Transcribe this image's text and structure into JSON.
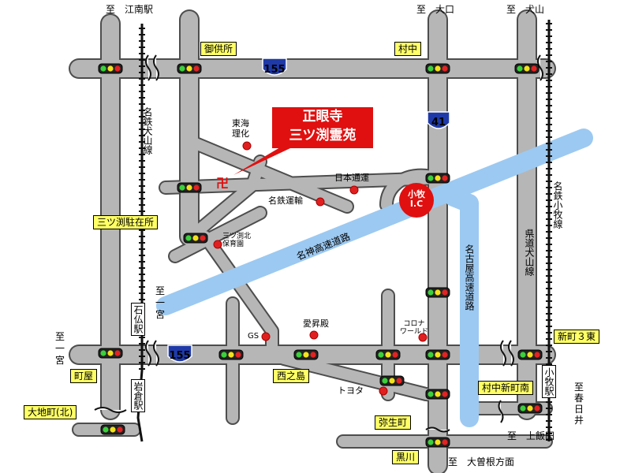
{
  "destinations": {
    "konan": "至　江南駅",
    "oguchi": "至　大口",
    "inuyama": "至　犬山",
    "ichinomiya_left": "至\n一\n宮",
    "ichinomiya_mid": "至\n一\n宮",
    "kasugai": "至\n春\n日\n井",
    "kamiiida": "至　上飯田",
    "osone": "至　大曽根方面"
  },
  "temple": {
    "line1": "正眼寺",
    "line2": "三ツ渕霊苑",
    "symbol": "卍"
  },
  "route_shields": {
    "r155_top": "155",
    "r155_bottom": "155",
    "r41": "41"
  },
  "interchange": {
    "line1": "小牧",
    "line2": "I.C"
  },
  "intersections": {
    "gokusho": "御供所",
    "muranaka": "村中",
    "mitsubuchi": "三ツ渕駐在所",
    "nishinoshima": "西之島",
    "machiya": "町屋",
    "shinmachi3": "新町３東",
    "muranaka_shinmachi_minami": "村中新町南",
    "yayoicho": "弥生町",
    "ojimachi_kita": "大地町(北)",
    "kurokawa": "黒川"
  },
  "railways": {
    "meitetsu_inuyama": "名鉄犬山線",
    "meitetsu_komaki": "名鉄小牧線",
    "prefectural_inuyama": "県道犬山線",
    "ishibotoke": "石仏駅",
    "iwakura": "岩倉駅",
    "komaki_sta": "小牧駅"
  },
  "expressways": {
    "meishin": "名神高速道路",
    "nagoya": "名古屋高速道路"
  },
  "landmarks": {
    "tokai_rika": "東海\n理化",
    "nippon_tsuun": "日本通運",
    "meitetsu_unyu": "名鉄運輸",
    "mitsubuchi_nursery": "三ツ渕北\n保育園",
    "aishoden": "愛昇殿",
    "gs": "GS",
    "corona_world": "コロナ\nワールド",
    "toyota": "トヨタ"
  },
  "colors": {
    "road": "#b6b6b6",
    "expressway": "#9cc9f1",
    "label_bg": "#ffff66",
    "accent_red": "#e01010"
  }
}
